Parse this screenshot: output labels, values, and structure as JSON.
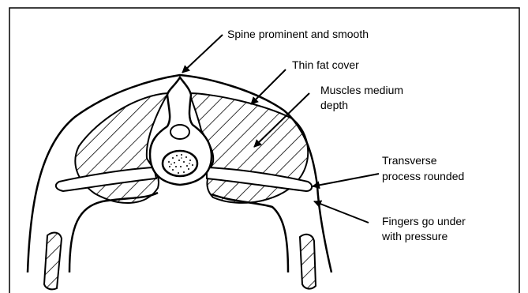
{
  "labels": {
    "spine": "Spine prominent and smooth",
    "fat": "Thin fat cover",
    "muscles_1": "Muscles medium",
    "muscles_2": "depth",
    "transverse_1": "Transverse",
    "transverse_2": "process rounded",
    "fingers_1": "Fingers go under",
    "fingers_2": "with pressure"
  },
  "colors": {
    "ink": "#000000",
    "paper": "#ffffff"
  }
}
